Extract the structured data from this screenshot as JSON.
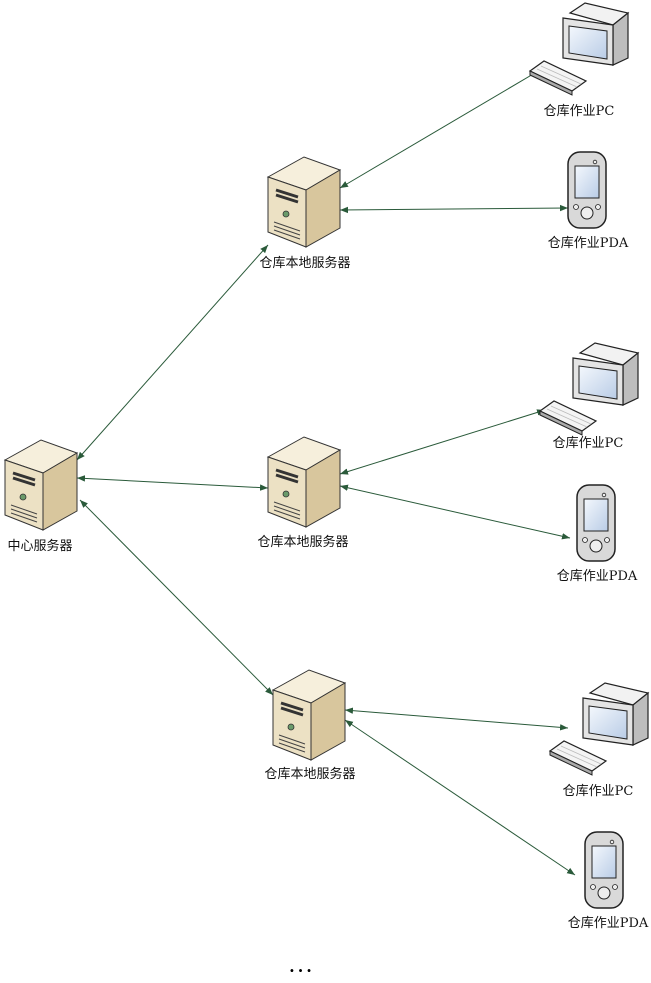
{
  "diagram": {
    "line_color": "#2a5a3a",
    "nodes": [
      {
        "id": "center",
        "type": "server",
        "label": "中心服务器"
      },
      {
        "id": "s1",
        "type": "server",
        "label": "仓库本地服务器"
      },
      {
        "id": "s2",
        "type": "server",
        "label": "仓库本地服务器"
      },
      {
        "id": "s3",
        "type": "server",
        "label": "仓库本地服务器"
      },
      {
        "id": "pc1",
        "type": "pc",
        "label": "仓库作业PC"
      },
      {
        "id": "pda1",
        "type": "pda",
        "label": "仓库作业PDA"
      },
      {
        "id": "pc2",
        "type": "pc",
        "label": "仓库作业PC"
      },
      {
        "id": "pda2",
        "type": "pda",
        "label": "仓库作业PDA"
      },
      {
        "id": "pc3",
        "type": "pc",
        "label": "仓库作业PC"
      },
      {
        "id": "pda3",
        "type": "pda",
        "label": "仓库作业PDA"
      }
    ],
    "edges": [
      {
        "from": "center",
        "to": "s1",
        "direction": "both"
      },
      {
        "from": "center",
        "to": "s2",
        "direction": "both"
      },
      {
        "from": "center",
        "to": "s3",
        "direction": "both"
      },
      {
        "from": "s1",
        "to": "pc1",
        "direction": "both"
      },
      {
        "from": "s1",
        "to": "pda1",
        "direction": "both"
      },
      {
        "from": "s2",
        "to": "pc2",
        "direction": "both"
      },
      {
        "from": "s2",
        "to": "pda2",
        "direction": "both"
      },
      {
        "from": "s3",
        "to": "pc3",
        "direction": "both"
      },
      {
        "from": "s3",
        "to": "pda3",
        "direction": "both"
      }
    ],
    "ellipsis": "···"
  }
}
